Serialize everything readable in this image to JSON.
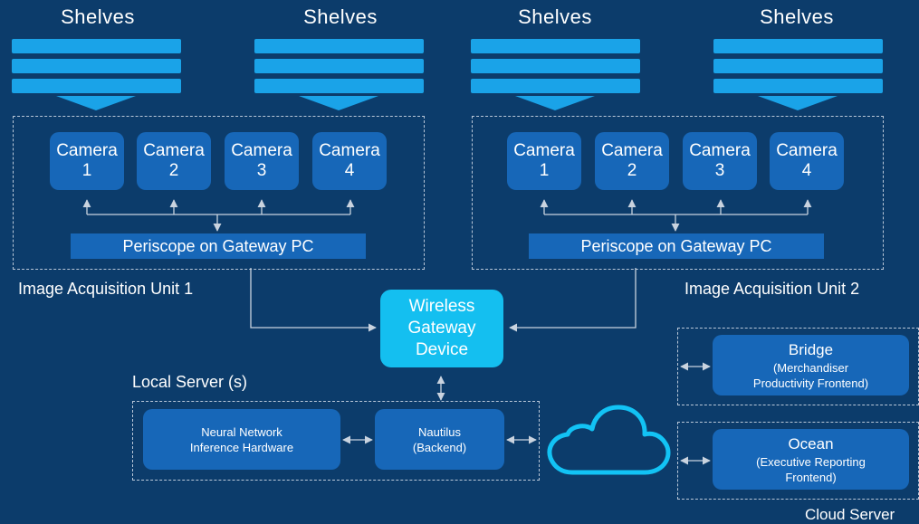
{
  "shelves": [
    "Shelves",
    "Shelves",
    "Shelves",
    "Shelves"
  ],
  "unit1": {
    "cameras": [
      {
        "name": "Camera",
        "num": "1"
      },
      {
        "name": "Camera",
        "num": "2"
      },
      {
        "name": "Camera",
        "num": "3"
      },
      {
        "name": "Camera",
        "num": "4"
      }
    ],
    "periscope": "Periscope on Gateway PC",
    "label": "Image Acquisition Unit 1"
  },
  "unit2": {
    "cameras": [
      {
        "name": "Camera",
        "num": "1"
      },
      {
        "name": "Camera",
        "num": "2"
      },
      {
        "name": "Camera",
        "num": "3"
      },
      {
        "name": "Camera",
        "num": "4"
      }
    ],
    "periscope": "Periscope on Gateway PC",
    "label": "Image Acquisition Unit 2"
  },
  "gateway": {
    "line1": "Wireless",
    "line2": "Gateway",
    "line3": "Device"
  },
  "local_server": {
    "label": "Local Server (s)",
    "nn": {
      "line1": "Neural Network",
      "line2": "Inference Hardware"
    },
    "nautilus": {
      "line1": "Nautilus",
      "line2": "(Backend)"
    }
  },
  "bridge": {
    "title": "Bridge",
    "line1": "(Merchandiser",
    "line2": "Productivity Frontend)"
  },
  "ocean": {
    "title": "Ocean",
    "line1": "(Executive Reporting",
    "line2": "Frontend)"
  },
  "cloud_label": "Cloud Server",
  "colors": {
    "background": "#0c3c6b",
    "shelf": "#1aa3e8",
    "box": "#1767b8",
    "gateway": "#14bff0",
    "line": "#c9d3df"
  }
}
